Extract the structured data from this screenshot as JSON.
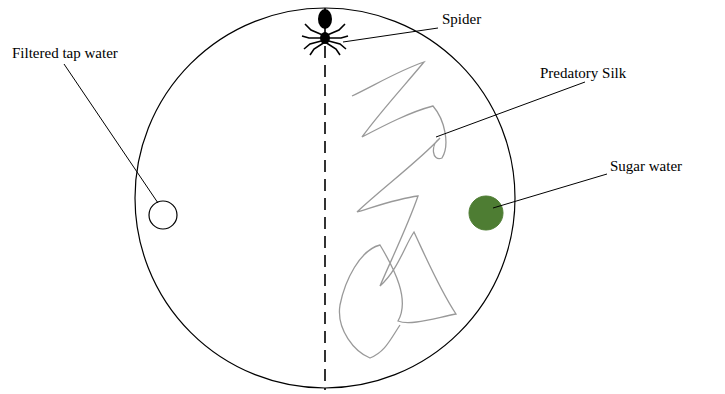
{
  "diagram": {
    "labels": [
      "Spider",
      "Filtered tap water",
      "Predatory Silk",
      "Sugar water"
    ]
  }
}
